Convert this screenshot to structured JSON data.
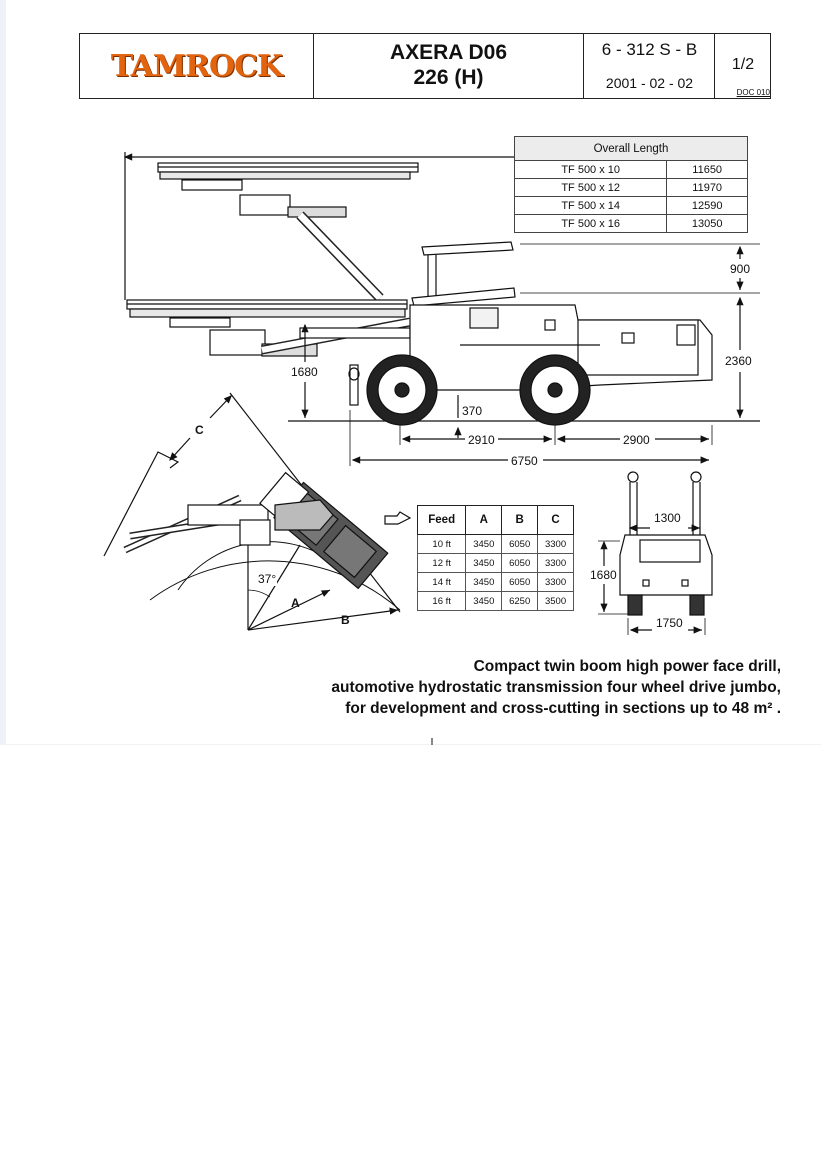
{
  "header": {
    "brand": "TAMROCK",
    "model_line1": "AXERA D06",
    "model_line2": "226 (H)",
    "doc_code": "6 - 312 S - B",
    "date": "2001 - 02 - 02",
    "page": "1/2",
    "doc_ref": "DOC 010"
  },
  "length_table": {
    "title": "Overall Length",
    "rows": [
      {
        "feed": "TF 500 x 10",
        "length": "11650"
      },
      {
        "feed": "TF 500 x 12",
        "length": "11970"
      },
      {
        "feed": "TF 500 x 14",
        "length": "12590"
      },
      {
        "feed": "TF 500 x 16",
        "length": "13050"
      }
    ]
  },
  "side_dimensions": {
    "canopy_height": "900",
    "height": "2360",
    "boom_height": "1680",
    "ground_clearance": "370",
    "front_to_axle": "2910",
    "wheelbase": "2900",
    "overall_length": "6750"
  },
  "coverage": {
    "label_a": "A",
    "label_b": "B",
    "label_c": "C",
    "angle": "37°"
  },
  "feed_table": {
    "headers": [
      "Feed",
      "A",
      "B",
      "C"
    ],
    "rows": [
      [
        "10 ft",
        "3450",
        "6050",
        "3300"
      ],
      [
        "12 ft",
        "3450",
        "6050",
        "3300"
      ],
      [
        "14 ft",
        "3450",
        "6050",
        "3300"
      ],
      [
        "16 ft",
        "3450",
        "6250",
        "3500"
      ]
    ]
  },
  "front_view": {
    "track_width": "1300",
    "height": "1680",
    "overall_width": "1750"
  },
  "description": {
    "line1": "Compact twin boom high power face drill,",
    "line2": "automotive hydrostatic transmission four wheel drive jumbo,",
    "line3": "for development and cross-cutting in sections up to 48 m² ."
  }
}
